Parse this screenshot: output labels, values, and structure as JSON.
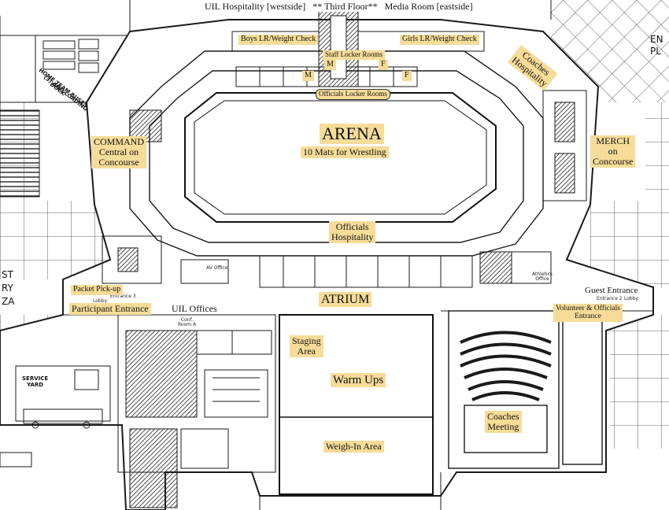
{
  "map": {
    "top_header": "UIL Hospitality [westside]   ** Third Floor**   Media Room [eastside]",
    "labels": {
      "boys_lr": "Boys LR/Weight Check",
      "girls_lr": "Girls LR/Weight Check",
      "staff_lockers": "Staff Locker Rooms",
      "m1": "M",
      "m2": "M",
      "f1": "F",
      "f2": "F",
      "officials_lockers": "Officials Locker Rooms",
      "coaches_hospitality": "Coaches\nHospitality",
      "arena_title": "ARENA",
      "arena_sub": "10 Mats for Wrestling",
      "command": "COMMAND\nCentral on\nConcourse",
      "merch": "MERCH\non\nConcourse",
      "officials_hospitality": "Officials\nHospitality",
      "atrium": "ATRIUM",
      "packet": "Packet Pick-up",
      "participant_entrance": "Participant Entrance",
      "uil_offices": "UIL Offices",
      "guest_entrance": "Guest Entrance",
      "volunteer_entrance": "Volunteer & Officials\nEntrance",
      "staging": "Staging\nArea",
      "warm_ups": "Warm Ups",
      "weigh_in": "Weigh-In Area",
      "coaches_meeting": "Coaches\nMeeting"
    },
    "plan_text": {
      "home_team_buses": "HOME TEAM BUSES",
      "and_loading": "(3) AND LOADING",
      "dock": "DOCK",
      "service_yard": "SERVICE\nYARD",
      "entrance3": "Entrance 3",
      "lobby": "Lobby",
      "entrance2": "Entrance 2",
      "lobby2": "Lobby",
      "edge_st": "ST",
      "edge_ry": "RY",
      "edge_za": "ZA",
      "edge_en": "EN",
      "edge_pl": "PL",
      "av_office": "AV Office",
      "athletics_office": "Athletics\nOffice",
      "conf_room": "Conf.\nRoom A"
    },
    "colors": {
      "highlight": "#f6dc98",
      "line": "#1a1a1a",
      "hatch": "#2a2a2a"
    }
  }
}
